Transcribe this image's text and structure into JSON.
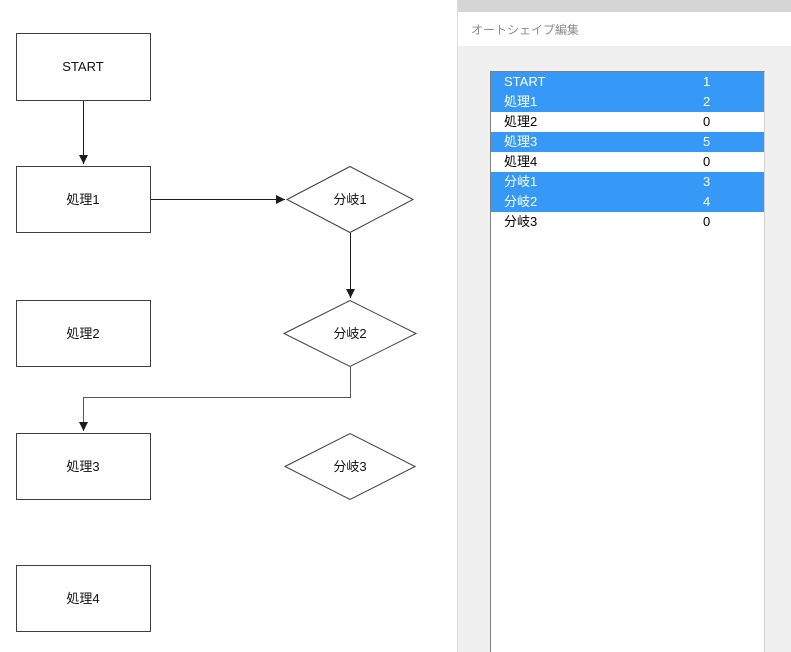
{
  "window": {
    "title": "オートシェイプ編集"
  },
  "list": {
    "selection_color": "#3699f8",
    "items": [
      {
        "label": "START",
        "value": "1",
        "selected": true
      },
      {
        "label": "処理1",
        "value": "2",
        "selected": true
      },
      {
        "label": "処理2",
        "value": "0",
        "selected": false
      },
      {
        "label": "処理3",
        "value": "5",
        "selected": true
      },
      {
        "label": "処理4",
        "value": "0",
        "selected": false
      },
      {
        "label": "分岐1",
        "value": "3",
        "selected": true
      },
      {
        "label": "分岐2",
        "value": "4",
        "selected": true
      },
      {
        "label": "分岐3",
        "value": "0",
        "selected": false
      }
    ]
  },
  "flowchart": {
    "nodes": [
      {
        "id": "start",
        "label": "START",
        "type": "process"
      },
      {
        "id": "shori1",
        "label": "処理1",
        "type": "process"
      },
      {
        "id": "shori2",
        "label": "処理2",
        "type": "process"
      },
      {
        "id": "shori3",
        "label": "処理3",
        "type": "process"
      },
      {
        "id": "shori4",
        "label": "処理4",
        "type": "process"
      },
      {
        "id": "bunki1",
        "label": "分岐1",
        "type": "decision"
      },
      {
        "id": "bunki2",
        "label": "分岐2",
        "type": "decision"
      },
      {
        "id": "bunki3",
        "label": "分岐3",
        "type": "decision"
      }
    ],
    "connectors": [
      {
        "from": "START",
        "to": "処理1"
      },
      {
        "from": "処理1",
        "to": "分岐1"
      },
      {
        "from": "分岐1",
        "to": "分岐2"
      },
      {
        "from": "分岐2",
        "to": "処理3"
      }
    ]
  }
}
